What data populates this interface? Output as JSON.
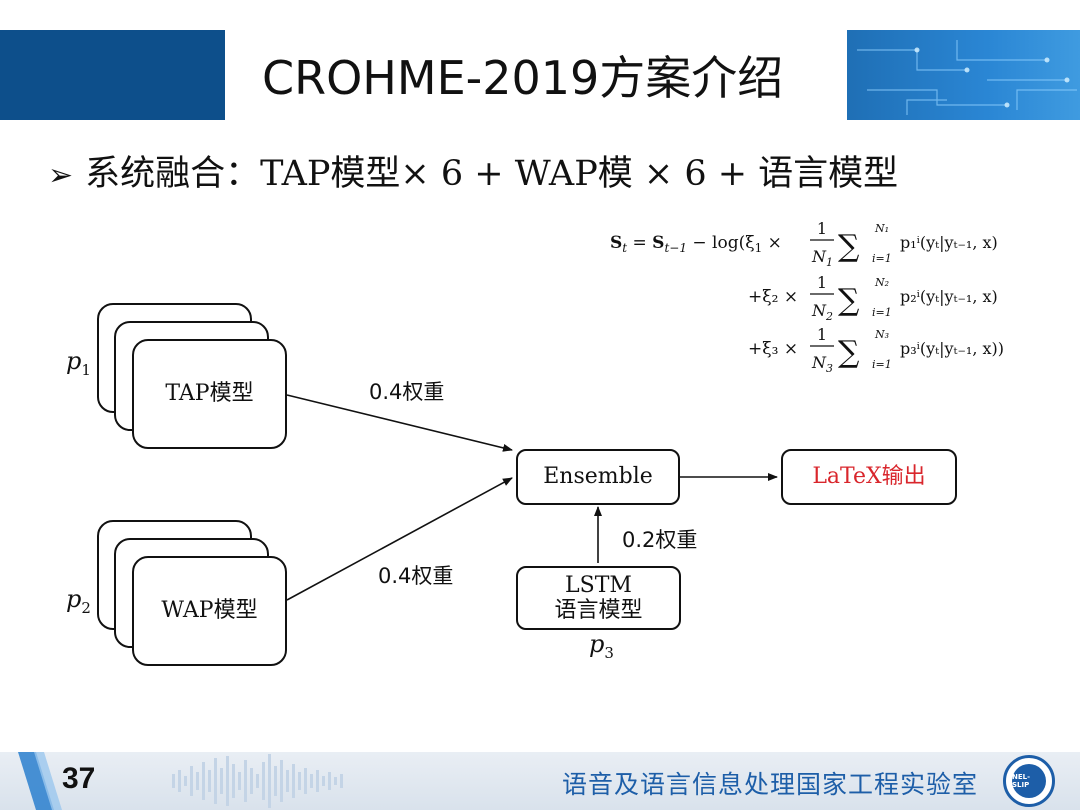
{
  "header": {
    "title": "CROHME-2019方案介绍"
  },
  "bullet": {
    "marker": "➢",
    "text": "系统融合：TAP模型× 6 + WAP模 × 6 + 语言模型"
  },
  "diagram": {
    "tap_label": "TAP模型",
    "wap_label": "WAP模型",
    "ensemble_label": "Ensemble",
    "output_label": "LaTeX输出",
    "lstm_line1": "LSTM",
    "lstm_line2": "语言模型",
    "weight_tap": "0.4权重",
    "weight_wap": "0.4权重",
    "weight_lstm": "0.2权重",
    "p1_base": "p",
    "p1_sub": "1",
    "p2_base": "p",
    "p2_sub": "2",
    "p3_base": "p",
    "p3_sub": "3"
  },
  "formula": {
    "line1_left": "S",
    "line1_lhs_sub": "t",
    "line1_eq": " = ",
    "line1_prev": "S",
    "line1_prev_sub": "t−1",
    "line1_log": " − log(ξ",
    "line1_xi_sub": "1",
    "times": " × ",
    "frac_num": "1",
    "frac_den_1": "N",
    "frac_den_1_sub": "1",
    "frac_den_2": "N",
    "frac_den_2_sub": "2",
    "frac_den_3": "N",
    "frac_den_3_sub": "3",
    "sum": "∑",
    "sum_lower": "i=1",
    "sum_upper_1": "N₁",
    "sum_upper_2": "N₂",
    "sum_upper_3": "N₃",
    "term_1": "p₁ⁱ(yₜ|yₜ₋₁, x)",
    "term_2": "p₂ⁱ(yₜ|yₜ₋₁, x)",
    "term_3": "p₃ⁱ(yₜ|yₜ₋₁, x))",
    "line2_prefix": "+ξ₂ × ",
    "line3_prefix": "+ξ₃ × "
  },
  "footer": {
    "page_number": "37",
    "lab_name": "语音及语言信息处理国家工程实验室",
    "seal_text": "NEL-SLIP"
  },
  "colors": {
    "header_blue": "#0d4f8b",
    "accent_red": "#d9262c",
    "footer_text": "#1d5ea8"
  }
}
